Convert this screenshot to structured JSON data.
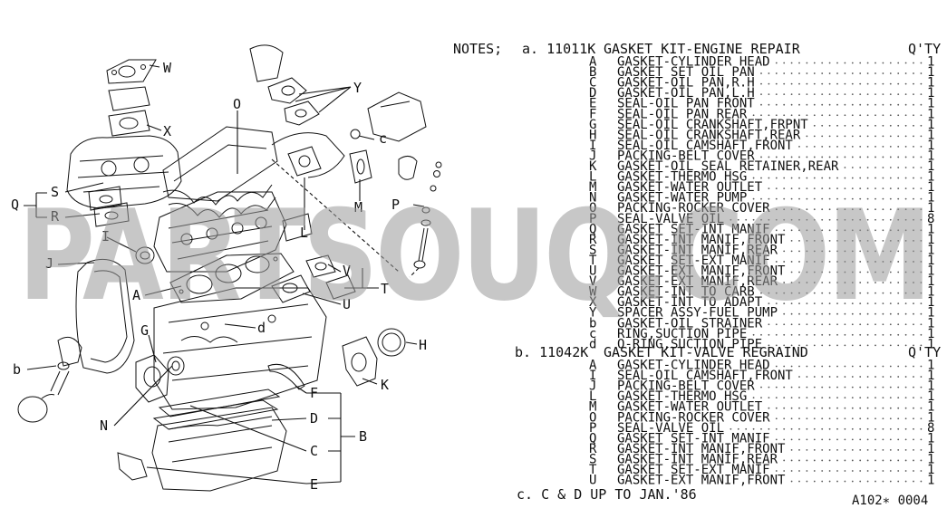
{
  "watermark": "PARTSOUQ.COM",
  "callouts": [
    "W",
    "Y",
    "X",
    "O",
    "c",
    "S",
    "Q",
    "R",
    "P",
    "M",
    "I",
    "L",
    "J",
    "V",
    "T",
    "A",
    "U",
    "d",
    "G",
    "H",
    "b",
    "K",
    "F",
    "N",
    "D",
    "C",
    "B",
    "E"
  ],
  "notes": {
    "label": "NOTES;",
    "qty_label": "Q'TY",
    "kit_a": {
      "prefix": "a. 11011K",
      "title": "GASKET KIT-ENGINE REPAIR",
      "items": [
        {
          "code": "A",
          "name": "GASKET-CYLINDER HEAD",
          "qty": "1"
        },
        {
          "code": "B",
          "name": "GASKET SET OIL PAN",
          "qty": "1"
        },
        {
          "code": "C",
          "name": "GASKET-OIL PAN,R.H",
          "qty": "1"
        },
        {
          "code": "D",
          "name": "GASKET-OIL PAN,L.H",
          "qty": "1"
        },
        {
          "code": "E",
          "name": "SEAL-OIL PAN FRONT",
          "qty": "1"
        },
        {
          "code": "F",
          "name": "SEAL-OIL PAN REAR",
          "qty": "1"
        },
        {
          "code": "G",
          "name": "SEAL-OIL CRANKSHAFT,FRPNT",
          "qty": "1"
        },
        {
          "code": "H",
          "name": "SEAL-OIL CRANKSHAFT,REAR",
          "qty": "1"
        },
        {
          "code": "I",
          "name": "SEAL-OIL CAMSHAFT,FRONT",
          "qty": "1"
        },
        {
          "code": "J",
          "name": "PACKING-BELT COVER",
          "qty": "1"
        },
        {
          "code": "K",
          "name": "GASKET-OIL SEAL RETAINER,REAR",
          "qty": "1"
        },
        {
          "code": "L",
          "name": "GASKET-THERMO HSG",
          "qty": "1"
        },
        {
          "code": "M",
          "name": "GASKET-WATER OUTLET",
          "qty": "1"
        },
        {
          "code": "N",
          "name": "GASKET-WATER PUMP",
          "qty": "1"
        },
        {
          "code": "O",
          "name": "PACKING-ROCKER COVER",
          "qty": "1"
        },
        {
          "code": "P",
          "name": "SEAL-VALVE OIL",
          "qty": "8"
        },
        {
          "code": "Q",
          "name": "GASKET SET-INT MANIF",
          "qty": "1"
        },
        {
          "code": "R",
          "name": "GASKET-INT MANIF,FRONT",
          "qty": "1"
        },
        {
          "code": "S",
          "name": "GASKET-INT MANIF,REAR",
          "qty": "1"
        },
        {
          "code": "T",
          "name": "GASKET SET-EXT MANIF",
          "qty": "1"
        },
        {
          "code": "U",
          "name": "GASKET-EXT MANIF,FRONT",
          "qty": "1"
        },
        {
          "code": "V",
          "name": "GASKET-EXT MANIF,REAR",
          "qty": "1"
        },
        {
          "code": "W",
          "name": "GASKET-INT TO CARB",
          "qty": "1"
        },
        {
          "code": "X",
          "name": "GASKET-INT TO ADAPT",
          "qty": "1"
        },
        {
          "code": "Y",
          "name": "SPACER ASSY-FUEL PUMP",
          "qty": "1"
        },
        {
          "code": "b",
          "name": "GASKET-OIL STRAINER",
          "qty": "1"
        },
        {
          "code": "c",
          "name": "RING,SUCTION PIPE",
          "qty": "1"
        },
        {
          "code": "d",
          "name": "O-RING,SUCTION PIPE",
          "qty": "1"
        }
      ]
    },
    "kit_b": {
      "prefix": "b. 11042K",
      "title": "GASKET KIT-VALVE REGRAIND",
      "items": [
        {
          "code": "A",
          "name": "GASKET-CYLINDER HEAD",
          "qty": "1"
        },
        {
          "code": "I",
          "name": "SEAL-OIL CAMSHAFT,FRONT",
          "qty": "1"
        },
        {
          "code": "J",
          "name": "PACKING-BELT COVER",
          "qty": "1"
        },
        {
          "code": "L",
          "name": "GASKET-THERMO HSG",
          "qty": "1"
        },
        {
          "code": "M",
          "name": "GASKET-WATER OUTLET",
          "qty": "1"
        },
        {
          "code": "O",
          "name": "PACKING-ROCKER COVER",
          "qty": "1"
        },
        {
          "code": "P",
          "name": "SEAL-VALVE OIL",
          "qty": "8"
        },
        {
          "code": "Q",
          "name": "GASKET SET-INT MANIF",
          "qty": "1"
        },
        {
          "code": "R",
          "name": "GASKET-INT MANIF,FRONT",
          "qty": "1"
        },
        {
          "code": "S",
          "name": "GASKET-INT MANIF,REAR",
          "qty": "1"
        },
        {
          "code": "T",
          "name": "GASKET SET-EXT MANIF",
          "qty": "1"
        },
        {
          "code": "U",
          "name": "GASKET-EXT MANIF,FRONT",
          "qty": "1"
        }
      ]
    },
    "note_c": "c. C & D UP TO JAN.'86"
  },
  "figure_id": "A102∗ 0004"
}
